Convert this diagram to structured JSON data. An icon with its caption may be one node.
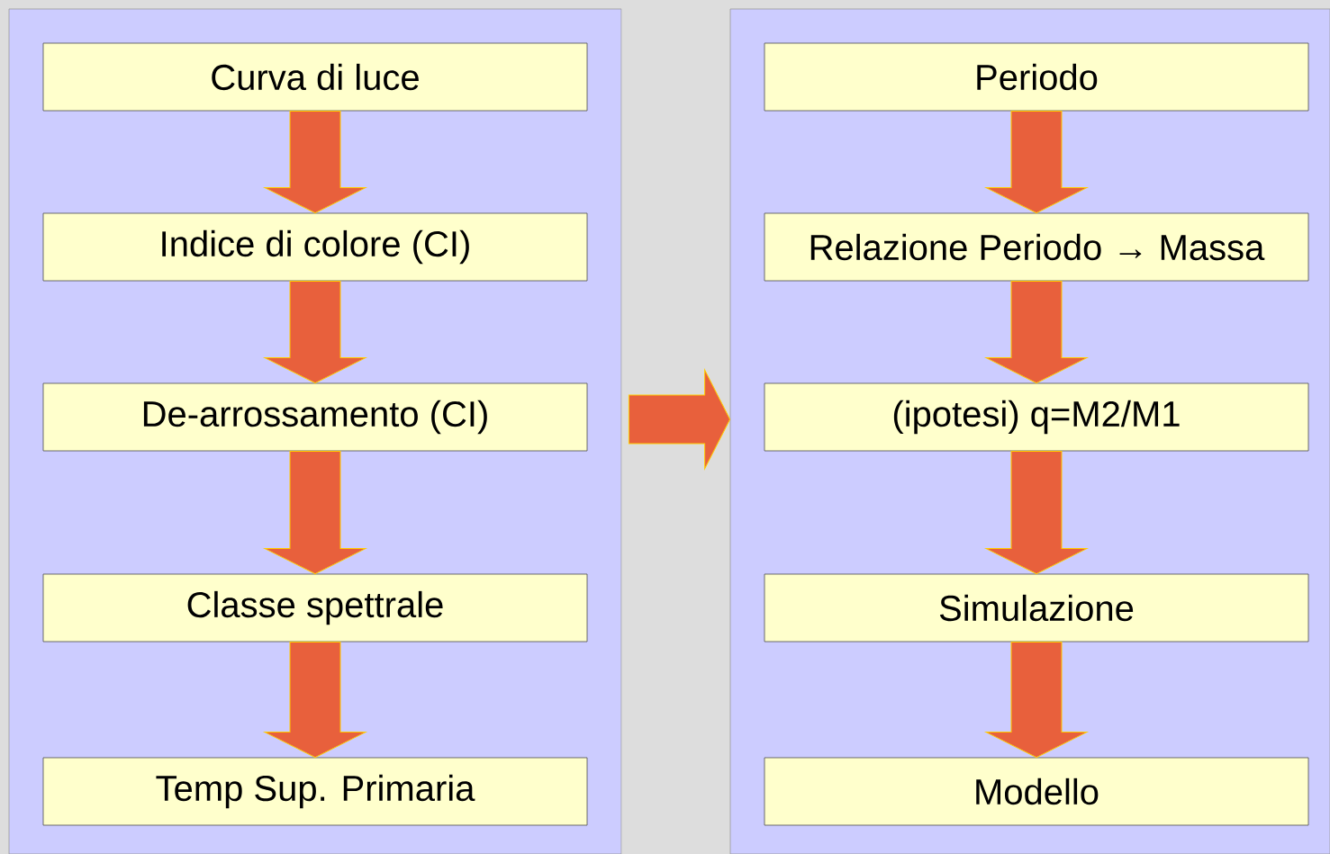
{
  "diagram": {
    "nodes": [
      {
        "text": [],
        "shape": "box"
      },
      {
        "text": [
          "Curva di luce"
        ],
        "in": 0
      },
      {
        "text": [
          "Indice di colore (CI)"
        ],
        "in": 0
      },
      {
        "text": [
          "De-arrossamento (CI)"
        ],
        "in": 0
      },
      {
        "text": [
          "Classe spettrale"
        ],
        "in": 0
      },
      {
        "text": [
          "Temp Sup. Primaria"
        ],
        "in": 0
      },
      {
        "text": [],
        "shape": "box"
      },
      {
        "text": [
          "Periodo"
        ],
        "in": 6
      },
      {
        "text": [
          "Relazione Periodo → Massa"
        ],
        "in": 6
      },
      {
        "text": [
          "(ipotesi) q=M2/M1"
        ],
        "in": 6
      },
      {
        "text": [
          "Simulazione"
        ],
        "in": 6
      },
      {
        "text": [
          "Modello"
        ],
        "in": 6
      }
    ],
    "edges": [
      {
        "from": 1,
        "to": 2,
        "arrow": "to"
      },
      {
        "from": 2,
        "to": 3,
        "arrow": "to"
      },
      {
        "from": 3,
        "to": 4,
        "arrow": "to"
      },
      {
        "from": 4,
        "to": 5,
        "arrow": "to"
      },
      {
        "from": 0,
        "to": 6,
        "arrow": "to"
      },
      {
        "from": 7,
        "to": 8,
        "arrow": "to"
      },
      {
        "from": 8,
        "to": 9,
        "arrow": "to"
      },
      {
        "from": 9,
        "to": 10,
        "arrow": "to"
      },
      {
        "from": 10,
        "to": 11,
        "arrow": "to"
      }
    ]
  }
}
